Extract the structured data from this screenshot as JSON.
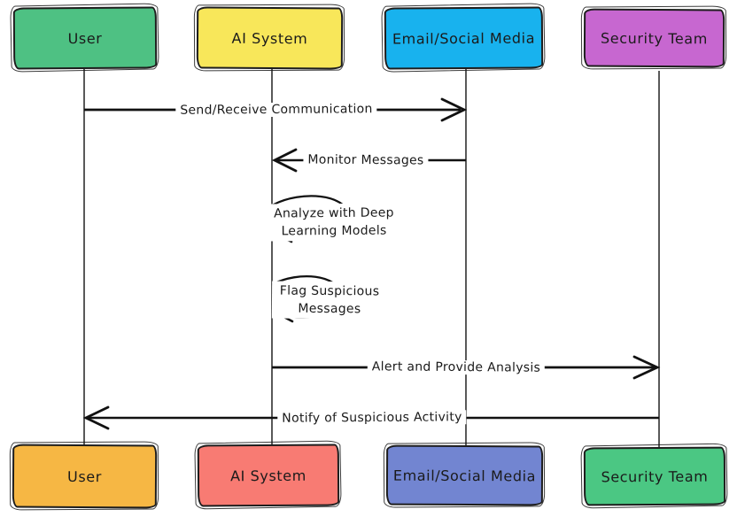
{
  "diagram": {
    "type": "sequence",
    "background": "#ffffff",
    "stroke": "#1a1a1a",
    "actors": [
      {
        "label": "User",
        "top_color": "#4ec183",
        "bottom_color": "#f6b744"
      },
      {
        "label": "AI System",
        "top_color": "#f8e75a",
        "bottom_color": "#f87b73"
      },
      {
        "label": "Email/Social Media",
        "top_color": "#18b2ee",
        "bottom_color": "#7285d1"
      },
      {
        "label": "Security Team",
        "top_color": "#c767d0",
        "bottom_color": "#4bc783"
      }
    ],
    "messages": [
      {
        "label": "Send/Receive Communication",
        "from": "User",
        "to": "Email/Social Media",
        "direction": "right"
      },
      {
        "label": "Monitor Messages",
        "from": "Email/Social Media",
        "to": "AI System",
        "direction": "left"
      },
      {
        "label": "Analyze with Deep Learning Models",
        "from": "AI System",
        "to": "AI System",
        "direction": "self"
      },
      {
        "label": "Flag Suspicious Messages",
        "from": "AI System",
        "to": "AI System",
        "direction": "self"
      },
      {
        "label": "Alert and Provide Analysis",
        "from": "AI System",
        "to": "Security Team",
        "direction": "right"
      },
      {
        "label": "Notify of Suspicious Activity",
        "from": "Security Team",
        "to": "User",
        "direction": "left"
      }
    ]
  }
}
